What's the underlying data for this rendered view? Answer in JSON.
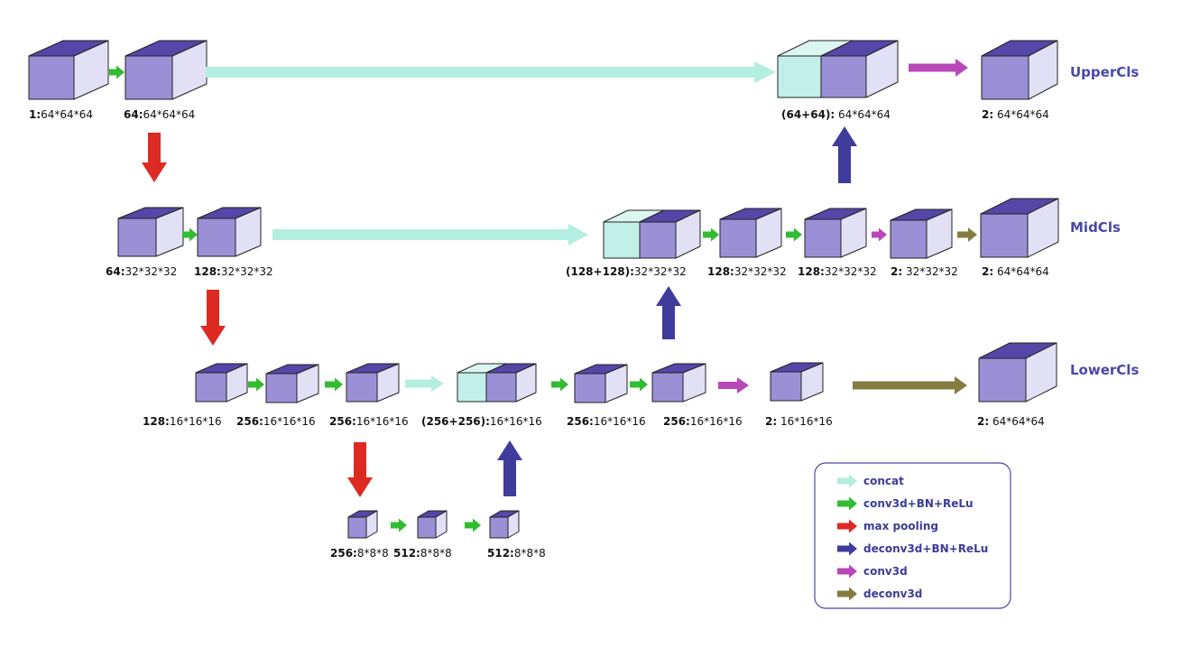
{
  "colors": {
    "cube_front": "#9b8fd6",
    "cube_top": "#5546a8",
    "cube_side": "#e2e0f5",
    "concat_front": "#c2efe8",
    "concat_top": "#dbf5f0",
    "concat_side": "#e8f8f5",
    "arrow_concat": "#b3eee0",
    "arrow_conv_bn": "#33bb33",
    "arrow_maxpool": "#dd2a22",
    "arrow_deconv_bn": "#3f3c9c",
    "arrow_conv3d": "#b848b8",
    "arrow_deconv3d": "#857c40",
    "legend_border": "#4a48a8",
    "branch_label": "#4a48a8"
  },
  "branches": {
    "upper": "UpperCls",
    "mid": "MidCls",
    "lower": "LowerCls"
  },
  "labels": {
    "u1": {
      "bold": "1:",
      "rest": "64*64*64"
    },
    "u2": {
      "bold": "64:",
      "rest": "64*64*64"
    },
    "u3": {
      "bold": "(64+64):",
      "rest": " 64*64*64"
    },
    "u4": {
      "bold": "2:",
      "rest": " 64*64*64"
    },
    "m1": {
      "bold": "64:",
      "rest": "32*32*32"
    },
    "m2": {
      "bold": "128:",
      "rest": "32*32*32"
    },
    "m3": {
      "bold": "(128+128):",
      "rest": "32*32*32"
    },
    "m4": {
      "bold": "128:",
      "rest": "32*32*32"
    },
    "m5": {
      "bold": "128:",
      "rest": "32*32*32"
    },
    "m6": {
      "bold": "2:",
      "rest": " 32*32*32"
    },
    "m7": {
      "bold": "2:",
      "rest": " 64*64*64"
    },
    "l1": {
      "bold": "128:",
      "rest": "16*16*16"
    },
    "l2": {
      "bold": "256:",
      "rest": "16*16*16"
    },
    "l3": {
      "bold": "256:",
      "rest": "16*16*16"
    },
    "l4": {
      "bold": "(256+256):",
      "rest": "16*16*16"
    },
    "l5": {
      "bold": "256:",
      "rest": "16*16*16"
    },
    "l6": {
      "bold": "256:",
      "rest": "16*16*16"
    },
    "l7": {
      "bold": "2:",
      "rest": " 16*16*16"
    },
    "l8": {
      "bold": "2:",
      "rest": " 64*64*64"
    },
    "b1": {
      "bold": "256:",
      "rest": "8*8*8"
    },
    "b2": {
      "bold": "512:",
      "rest": "8*8*8"
    },
    "b3": {
      "bold": "512:",
      "rest": "8*8*8"
    }
  },
  "legend": {
    "concat": "concat",
    "conv_bn": "conv3d+BN+ReLu",
    "maxpool": "max pooling",
    "deconv_bn": "deconv3d+BN+ReLu",
    "conv3d": "conv3d",
    "deconv3d": "deconv3d"
  }
}
